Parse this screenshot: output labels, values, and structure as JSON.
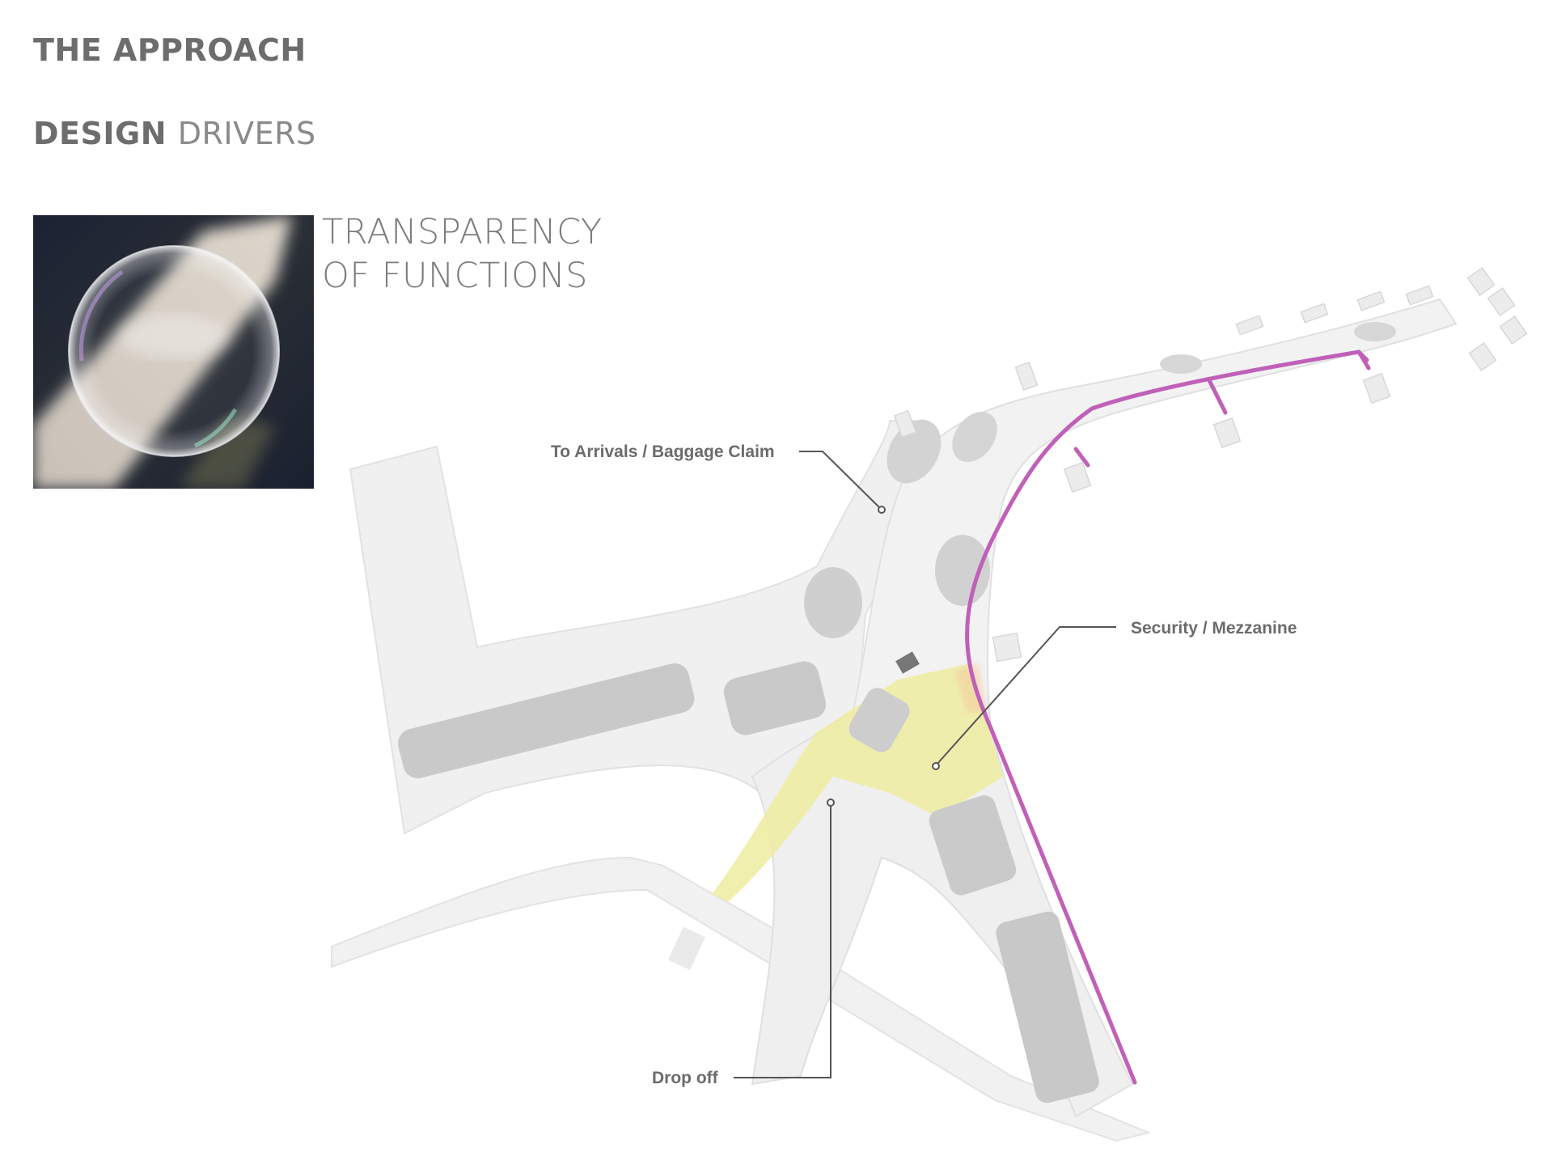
{
  "header": {
    "title": "THE APPROACH",
    "subtitle_bold": "DESIGN",
    "subtitle_light": "DRIVERS"
  },
  "driver": {
    "line1": "TRANSPARENCY",
    "line2": "OF FUNCTIONS",
    "image": "soap-bubble-photo"
  },
  "callouts": {
    "arrivals": "To Arrivals / Baggage Claim",
    "security": "Security / Mezzanine",
    "dropoff": "Drop off"
  },
  "colors": {
    "text": "#6d6d6d",
    "transparency_zone": "#efeca0",
    "circulation_line": "#c060b8",
    "building": "#efefef",
    "mass": "#c9c9c9"
  }
}
